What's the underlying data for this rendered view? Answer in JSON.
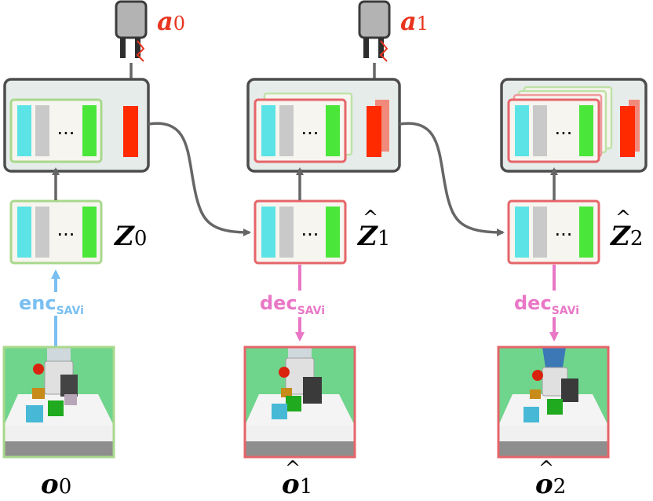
{
  "colors": {
    "action_label": "#e8351f",
    "enc_arrow": "#79bff2",
    "dec_arrow": "#e977c6",
    "slot_cyan": "#5ce3e6",
    "slot_gray": "#c9c9c9",
    "slot_green": "#4ae63a",
    "slot_red": "#ff2a00",
    "box_green_border": "#a8d88c",
    "box_red_border": "#e5656a",
    "panel_fill": "#e6ecea",
    "panel_border": "#4d4d4d",
    "connector": "#666666"
  },
  "actions": [
    {
      "main": "a",
      "sub": "0"
    },
    {
      "main": "a",
      "sub": "1"
    }
  ],
  "slots": [
    {
      "main": "Z",
      "sub": "0",
      "hat": false
    },
    {
      "main": "Z",
      "sub": "1",
      "hat": true
    },
    {
      "main": "Z",
      "sub": "2",
      "hat": true
    }
  ],
  "observations": [
    {
      "main": "o",
      "sub": "0",
      "hat": false
    },
    {
      "main": "o",
      "sub": "1",
      "hat": true
    },
    {
      "main": "o",
      "sub": "2",
      "hat": true
    }
  ],
  "encoder": {
    "main": "enc",
    "sub": "SAVi"
  },
  "decoders": [
    {
      "main": "dec",
      "sub": "SAVi"
    },
    {
      "main": "dec",
      "sub": "SAVi"
    }
  ],
  "ellipsis": "···",
  "icons": {
    "gripper": "robot-gripper-icon",
    "scene": "robot-scene-thumbnail"
  }
}
